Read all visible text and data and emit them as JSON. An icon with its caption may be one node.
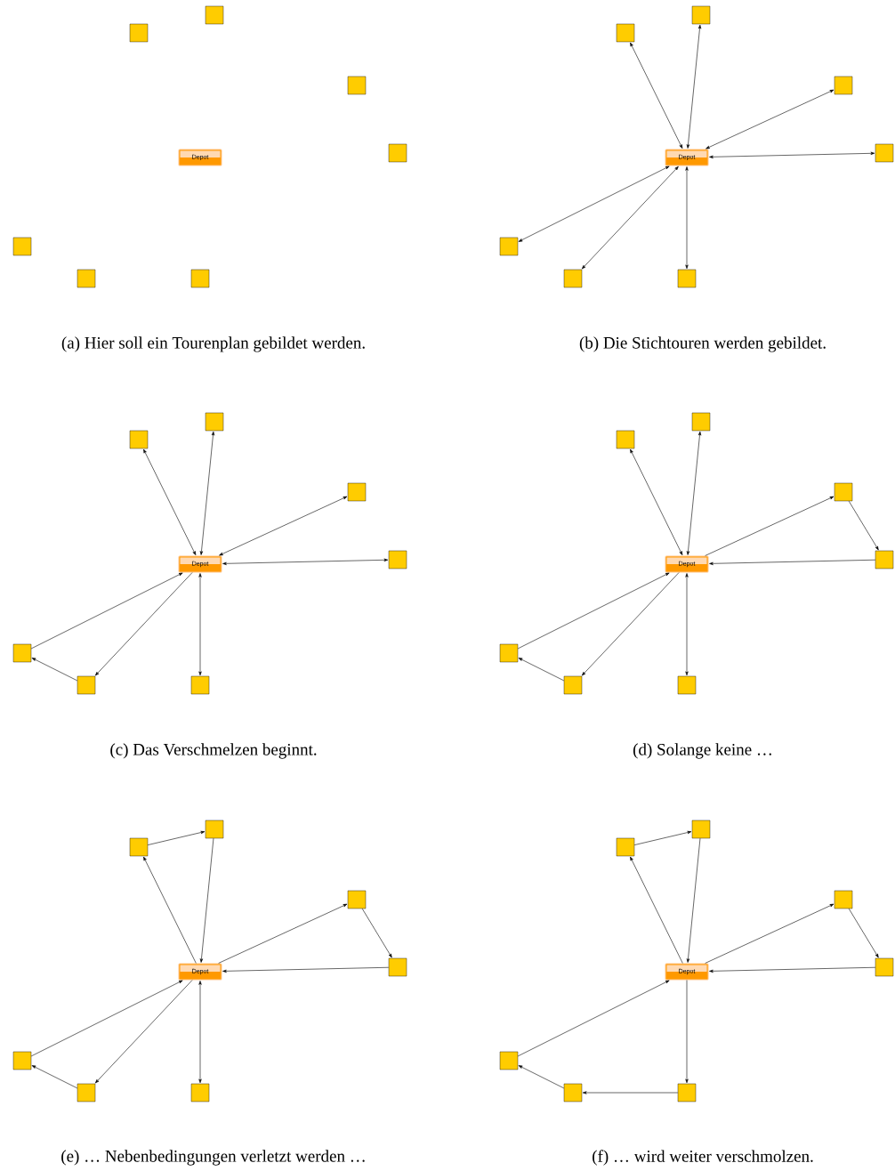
{
  "diagram": {
    "nodes": [
      {
        "text": [],
        "shape": "box"
      },
      {
        "text": [],
        "shape": "box"
      },
      {
        "text": [],
        "shape": "box"
      },
      {
        "text": [
          "Depot"
        ]
      },
      {
        "text": [],
        "shape": "box"
      },
      {
        "text": [],
        "shape": "box"
      },
      {
        "text": [],
        "shape": "box"
      },
      {
        "text": [],
        "shape": "box"
      },
      {
        "text": [],
        "shape": "box"
      },
      {
        "text": [],
        "shape": "box"
      },
      {
        "text": [],
        "shape": "box"
      },
      {
        "text": [
          "Depot"
        ]
      },
      {
        "text": [],
        "shape": "box"
      },
      {
        "text": [],
        "shape": "box"
      },
      {
        "text": [],
        "shape": "box"
      },
      {
        "text": [],
        "shape": "box"
      },
      {
        "text": [],
        "shape": "box"
      },
      {
        "text": [],
        "shape": "box"
      },
      {
        "text": [],
        "shape": "box"
      },
      {
        "text": [
          "Depot"
        ]
      },
      {
        "text": [],
        "shape": "box"
      },
      {
        "text": [],
        "shape": "box"
      },
      {
        "text": [],
        "shape": "box"
      },
      {
        "text": [],
        "shape": "box"
      },
      {
        "text": [],
        "shape": "box"
      },
      {
        "text": [],
        "shape": "box"
      },
      {
        "text": [],
        "shape": "box"
      },
      {
        "text": [
          "Depot"
        ]
      },
      {
        "text": [],
        "shape": "box"
      },
      {
        "text": [],
        "shape": "box"
      },
      {
        "text": [],
        "shape": "box"
      },
      {
        "text": [],
        "shape": "box"
      },
      {
        "text": [],
        "shape": "box"
      },
      {
        "text": [],
        "shape": "box"
      },
      {
        "text": [],
        "shape": "box"
      },
      {
        "text": [
          "Depot"
        ]
      },
      {
        "text": [],
        "shape": "box"
      },
      {
        "text": [],
        "shape": "box"
      },
      {
        "text": [],
        "shape": "box"
      },
      {
        "text": [],
        "shape": "box"
      },
      {
        "text": [],
        "shape": "box"
      },
      {
        "text": [],
        "shape": "box"
      },
      {
        "text": [],
        "shape": "box"
      },
      {
        "text": [
          "Depot"
        ]
      },
      {
        "text": [],
        "shape": "box"
      },
      {
        "text": [],
        "shape": "box"
      },
      {
        "text": [],
        "shape": "box"
      },
      {
        "text": [],
        "shape": "box"
      }
    ],
    "edges": [
      {
        "from": 11,
        "to": 8,
        "arrow": "both"
      },
      {
        "from": 11,
        "to": 9,
        "arrow": "both"
      },
      {
        "from": 11,
        "to": 10,
        "arrow": "both"
      },
      {
        "from": 11,
        "to": 12,
        "arrow": "both"
      },
      {
        "from": 11,
        "to": 13,
        "arrow": "both"
      },
      {
        "from": 11,
        "to": 14,
        "arrow": "both"
      },
      {
        "from": 11,
        "to": 15,
        "arrow": "both"
      },
      {
        "from": 19,
        "to": 16,
        "arrow": "both"
      },
      {
        "from": 19,
        "to": 17,
        "arrow": "both"
      },
      {
        "from": 19,
        "to": 18,
        "arrow": "both"
      },
      {
        "from": 19,
        "to": 20,
        "arrow": "both"
      },
      {
        "from": 19,
        "to": 23,
        "arrow": "both"
      },
      {
        "from": 19,
        "to": 22,
        "arrow": "to"
      },
      {
        "from": 22,
        "to": 21,
        "arrow": "to"
      },
      {
        "from": 21,
        "to": 19,
        "arrow": "to"
      },
      {
        "from": 27,
        "to": 24,
        "arrow": "both"
      },
      {
        "from": 27,
        "to": 25,
        "arrow": "both"
      },
      {
        "from": 27,
        "to": 26,
        "arrow": "to"
      },
      {
        "from": 26,
        "to": 28,
        "arrow": "to"
      },
      {
        "from": 28,
        "to": 27,
        "arrow": "to"
      },
      {
        "from": 27,
        "to": 31,
        "arrow": "both"
      },
      {
        "from": 27,
        "to": 30,
        "arrow": "to"
      },
      {
        "from": 30,
        "to": 29,
        "arrow": "to"
      },
      {
        "from": 29,
        "to": 27,
        "arrow": "to"
      },
      {
        "from": 35,
        "to": 33,
        "arrow": "to"
      },
      {
        "from": 33,
        "to": 32,
        "arrow": "to"
      },
      {
        "from": 32,
        "to": 35,
        "arrow": "to"
      },
      {
        "from": 35,
        "to": 34,
        "arrow": "to"
      },
      {
        "from": 34,
        "to": 36,
        "arrow": "to"
      },
      {
        "from": 36,
        "to": 35,
        "arrow": "to"
      },
      {
        "from": 35,
        "to": 39,
        "arrow": "both"
      },
      {
        "from": 35,
        "to": 38,
        "arrow": "to"
      },
      {
        "from": 38,
        "to": 37,
        "arrow": "to"
      },
      {
        "from": 37,
        "to": 35,
        "arrow": "to"
      },
      {
        "from": 43,
        "to": 41,
        "arrow": "to"
      },
      {
        "from": 41,
        "to": 40,
        "arrow": "to"
      },
      {
        "from": 40,
        "to": 43,
        "arrow": "to"
      },
      {
        "from": 43,
        "to": 42,
        "arrow": "to"
      },
      {
        "from": 42,
        "to": 44,
        "arrow": "to"
      },
      {
        "from": 44,
        "to": 43,
        "arrow": "to"
      },
      {
        "from": 43,
        "to": 47,
        "arrow": "to"
      },
      {
        "from": 47,
        "to": 46,
        "arrow": "to"
      },
      {
        "from": 46,
        "to": 45,
        "arrow": "to"
      },
      {
        "from": 45,
        "to": 43,
        "arrow": "to"
      }
    ],
    "labels": [
      "(a) Hier soll ein Tourenplan gebildet werden.",
      "(b) Die Stichtouren werden gebildet.",
      "(c) Das Verschmelzen beginnt.",
      "(d) Solange keine …",
      "(e) … Nebenbedingungen verletzt werden …",
      "(f) … wird weiter verschmolzen."
    ]
  }
}
